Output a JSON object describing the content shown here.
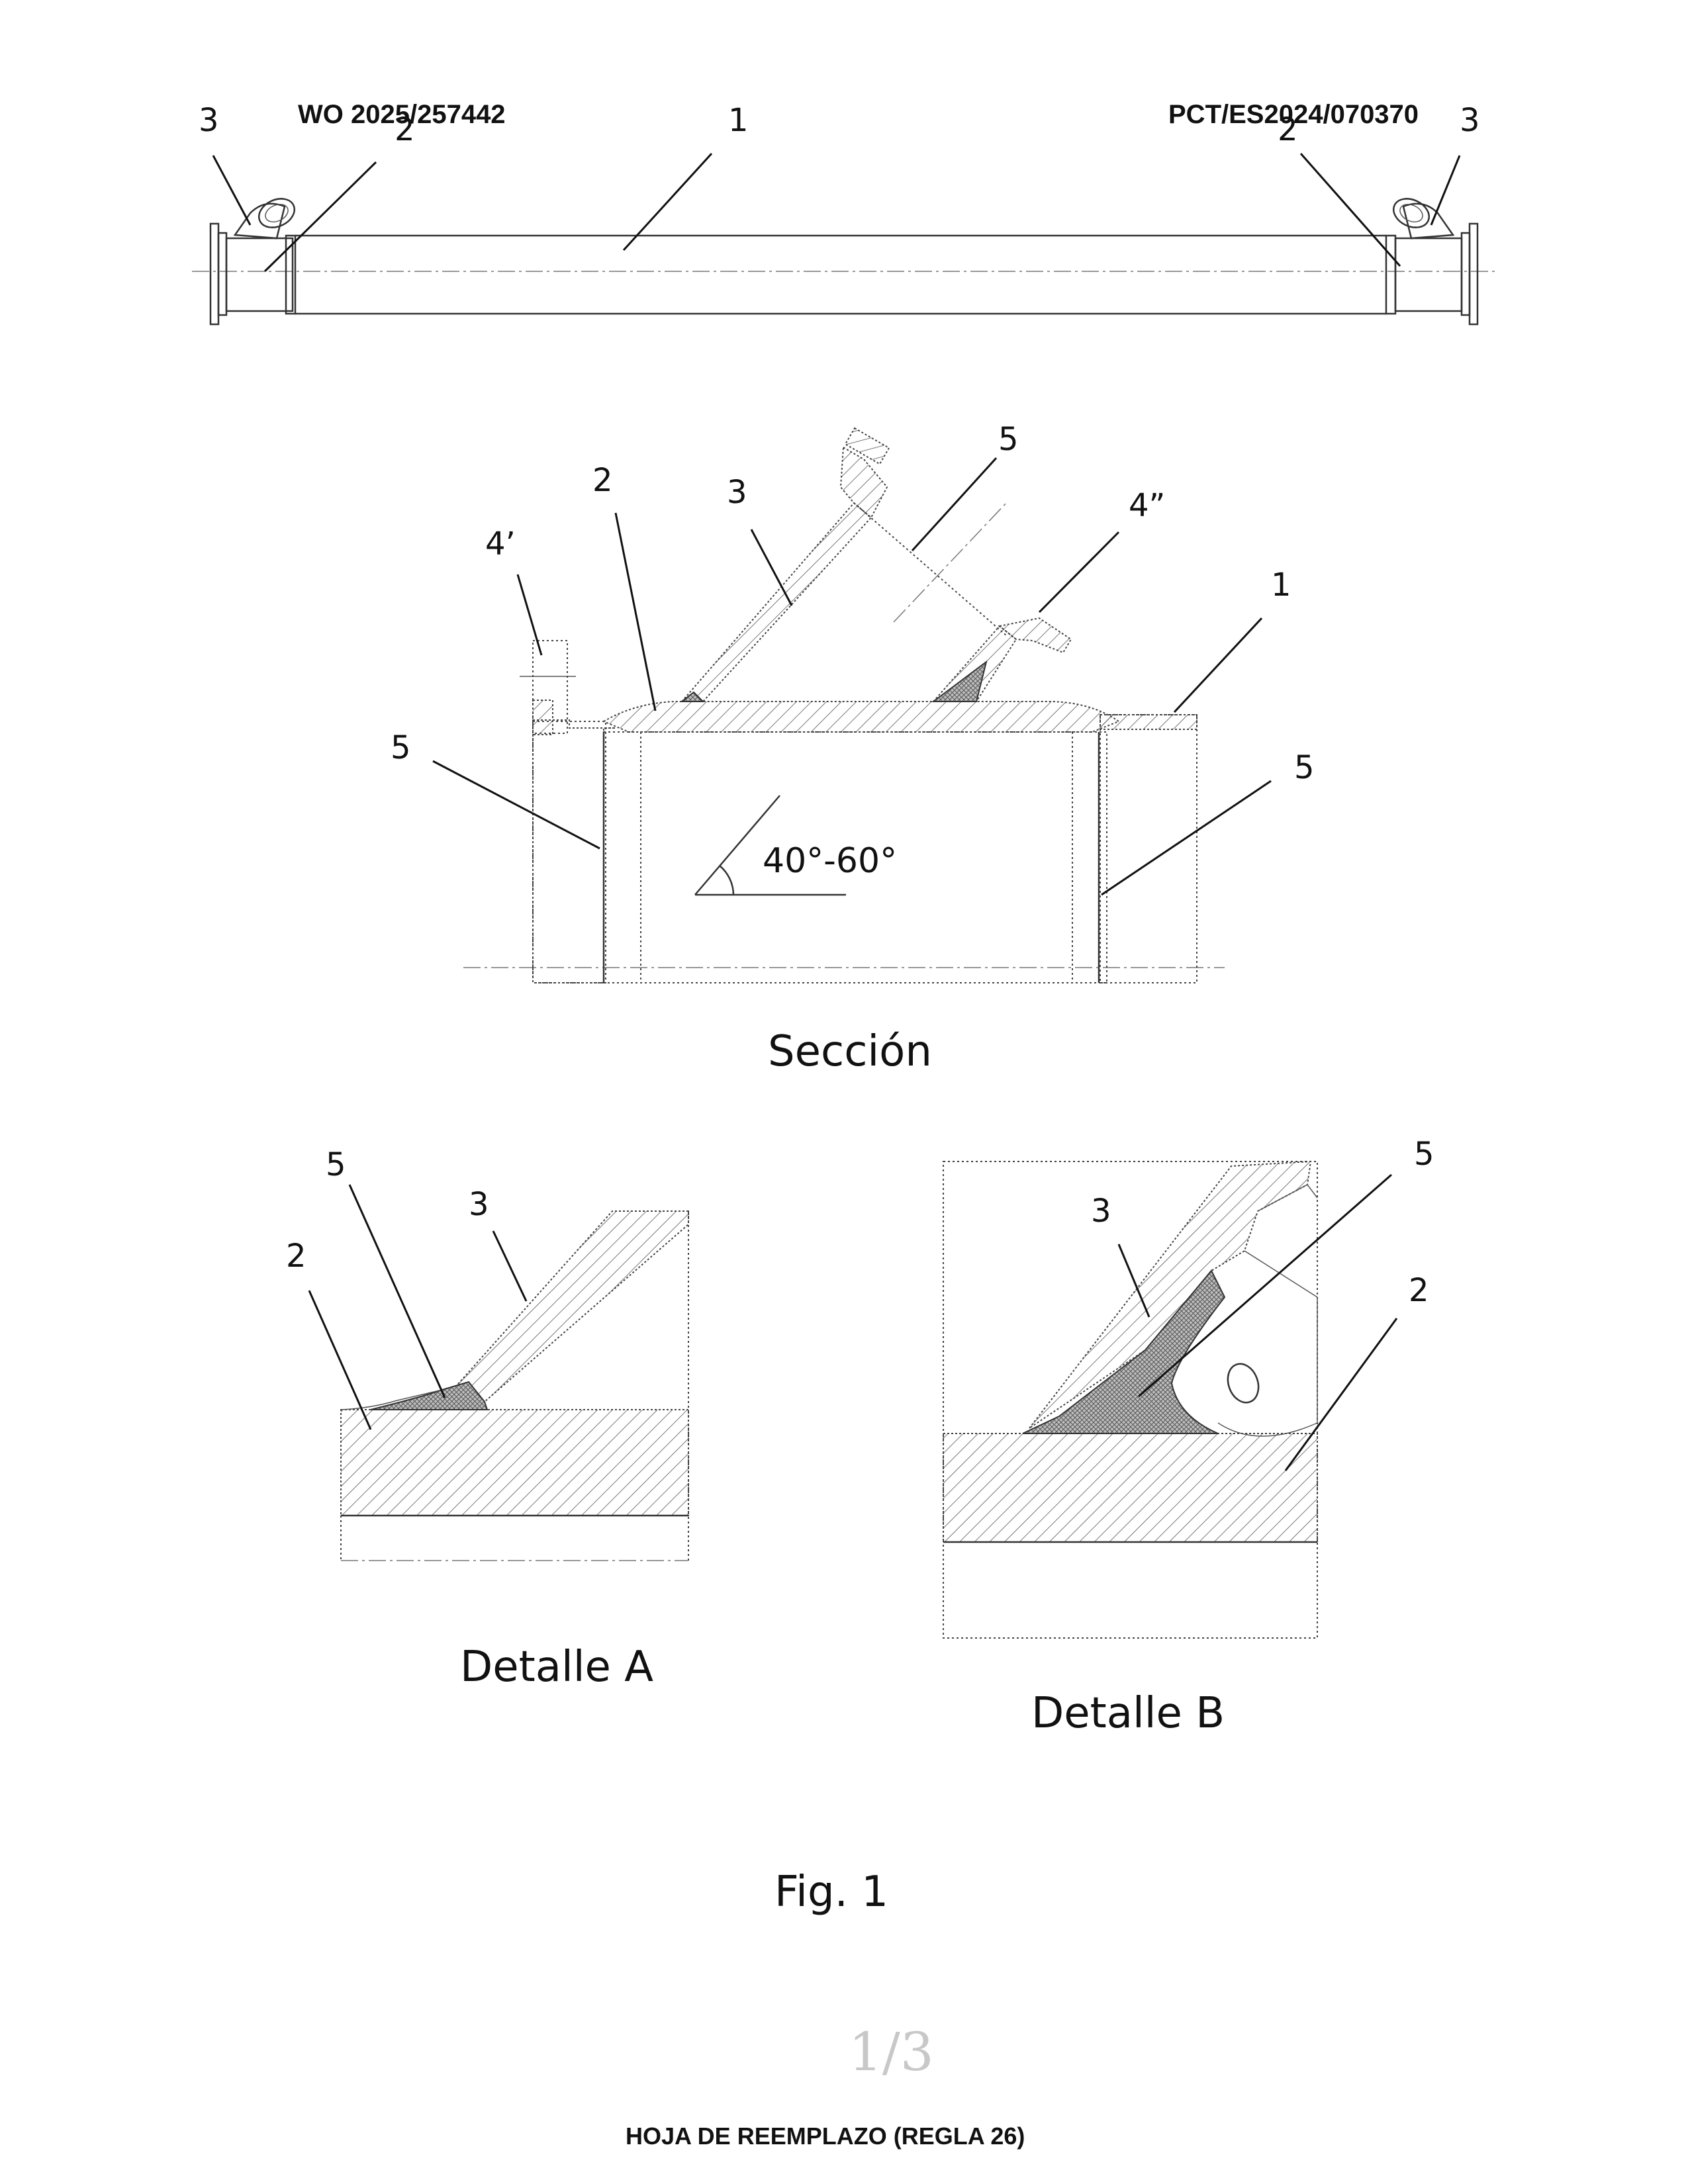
{
  "header": {
    "left": "WO 2025/257442",
    "right": "PCT/ES2024/070370"
  },
  "overview": {
    "labels": [
      "3",
      "2",
      "1",
      "2",
      "3"
    ]
  },
  "section": {
    "labels": [
      "2",
      "3",
      "5",
      "4’",
      "4”",
      "1",
      "5",
      "5"
    ],
    "angle": "40°-60°",
    "caption": "Sección"
  },
  "detail_a": {
    "labels": [
      "5",
      "3",
      "2"
    ],
    "caption": "Detalle A"
  },
  "detail_b": {
    "labels": [
      "3",
      "5",
      "2"
    ],
    "caption": "Detalle B"
  },
  "figure_caption": "Fig. 1",
  "page_number": "1/3",
  "footer": "HOJA DE REEMPLAZO (REGLA 26)"
}
